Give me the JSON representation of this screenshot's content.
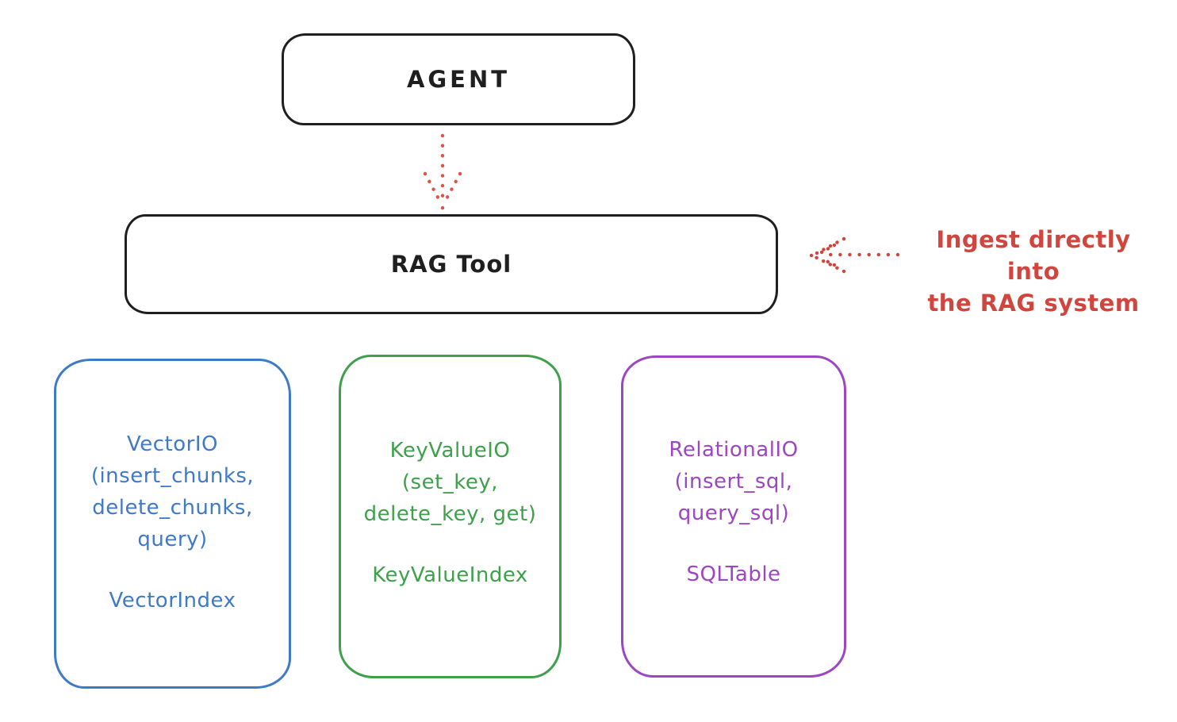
{
  "diagram": {
    "background": "#ffffff",
    "ink_color": "#1f1f1f",
    "arrow_color": "#e05148"
  },
  "nodes": {
    "agent": {
      "label": "AGENT",
      "color": "#1f1f1f"
    },
    "rag_tool": {
      "label": "RAG Tool",
      "color": "#1f1f1f"
    },
    "vector_io": {
      "color": "#3f79c9",
      "lines": [
        "VectorIO",
        "(insert_chunks,",
        "delete_chunks,",
        "query)"
      ],
      "index_label": "VectorIndex"
    },
    "key_value_io": {
      "color": "#3fa04c",
      "lines": [
        "KeyValueIO",
        "(set_key,",
        "delete_key, get)"
      ],
      "index_label": "KeyValueIndex"
    },
    "relational_io": {
      "color": "#9d46c3",
      "lines": [
        "RelationalIO",
        "(insert_sql,",
        "query_sql)"
      ],
      "index_label": "SQLTable"
    }
  },
  "annotation": {
    "color": "#d0453e",
    "lines": [
      "Ingest directly into",
      "the RAG system"
    ]
  },
  "arrows": [
    {
      "name": "agent-to-rag-tool",
      "style": "dotted",
      "color": "#e05148",
      "direction": "down"
    },
    {
      "name": "annotation-to-rag-tool",
      "style": "dotted",
      "color": "#d0453e",
      "direction": "left"
    }
  ]
}
